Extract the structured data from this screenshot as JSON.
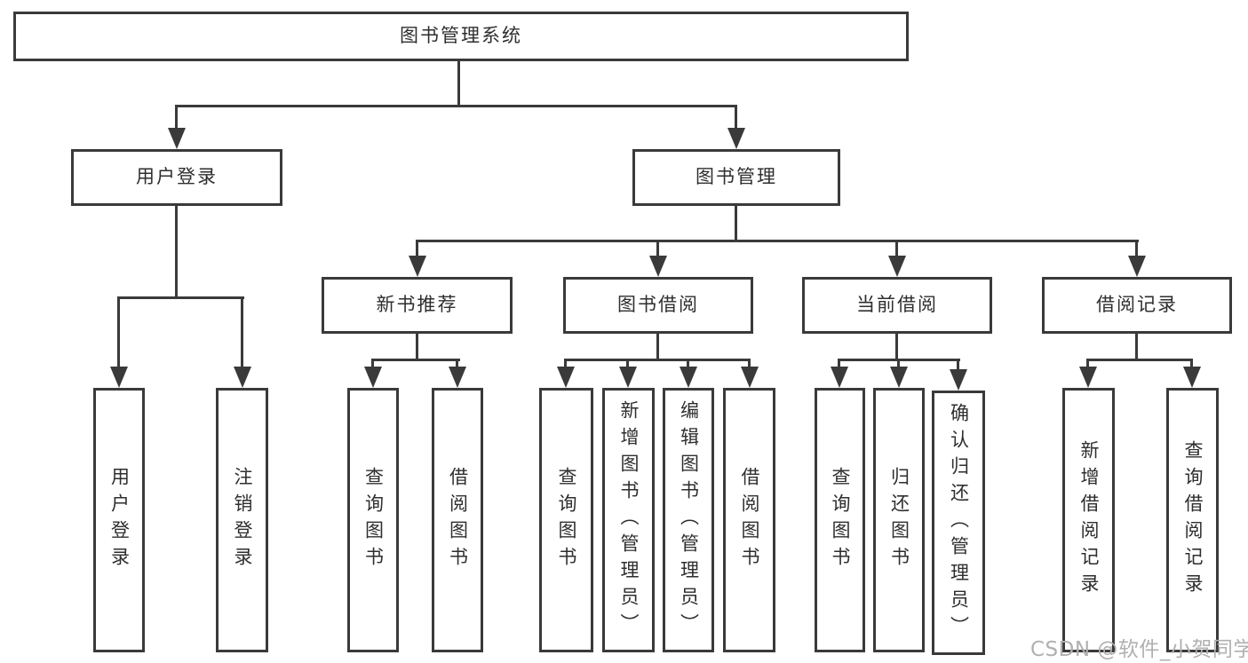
{
  "diagram": {
    "root": {
      "label": "图书管理系统"
    },
    "level1": {
      "user_login": {
        "label": "用户登录"
      },
      "book_mgmt": {
        "label": "图书管理"
      }
    },
    "level2": {
      "new_book": {
        "label": "新书推荐"
      },
      "book_borrow": {
        "label": "图书借阅"
      },
      "current_borrow": {
        "label": "当前借阅"
      },
      "borrow_record": {
        "label": "借阅记录"
      }
    },
    "leaves": {
      "user_login_child1": "用户登录",
      "user_login_child2": "注销登录",
      "new_book_child1": "查询图书",
      "new_book_child2": "借阅图书",
      "book_borrow_child1": "查询图书",
      "book_borrow_child2": "新增图书（管理员）",
      "book_borrow_child3": "编辑图书（管理员）",
      "book_borrow_child4": "借阅图书",
      "current_borrow_child1": "查询图书",
      "current_borrow_child2": "归还图书",
      "current_borrow_child3": "确认归还（管理员）",
      "borrow_record_child1": "新增借阅记录",
      "borrow_record_child2": "查询借阅记录"
    }
  },
  "watermark": {
    "text": "CSDN @软件_小贺同学"
  },
  "colors": {
    "line": "#3a3a3a",
    "text": "#2e2e2e",
    "watermark": "#b0b0b0",
    "background": "#ffffff"
  }
}
